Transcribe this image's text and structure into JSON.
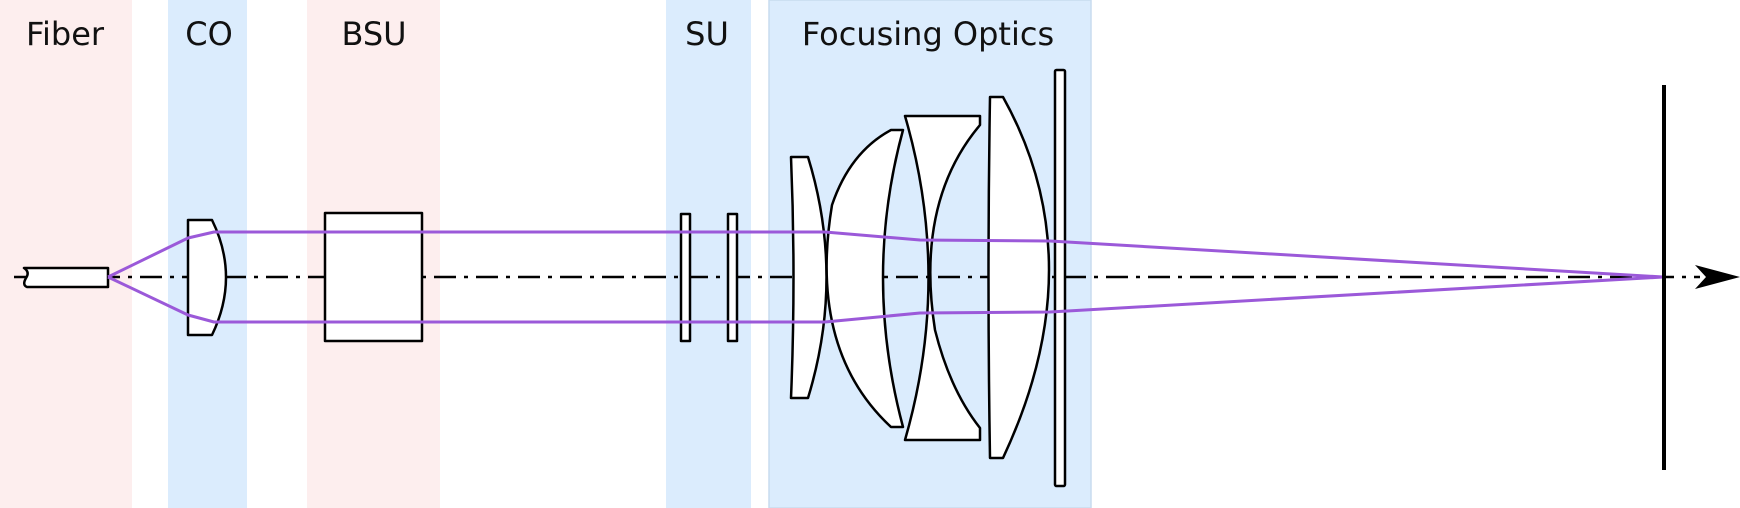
{
  "sections": [
    {
      "key": "fiber",
      "label": "Fiber"
    },
    {
      "key": "co",
      "label": "CO"
    },
    {
      "key": "bsu",
      "label": "BSU"
    },
    {
      "key": "su",
      "label": "SU"
    },
    {
      "key": "focusing",
      "label": "Focusing Optics"
    }
  ],
  "colors": {
    "pink_band": "#fdeeee",
    "blue_band": "#dbecfd",
    "blue_band_border": "#c8dcef",
    "ray": "#9b59d9",
    "outline": "#000000"
  }
}
